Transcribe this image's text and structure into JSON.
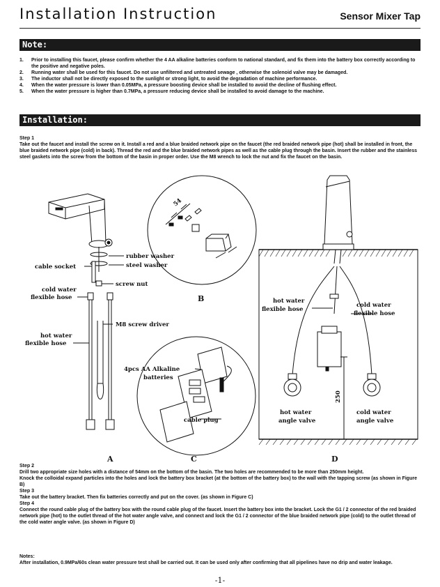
{
  "header": {
    "title": "Installation Instruction",
    "product": "Sensor Mixer Tap"
  },
  "note_section": {
    "heading": "Note:",
    "items": [
      {
        "num": "1.",
        "text": "Prior to installing this faucet, please confirm whether the 4 AA alkaline batteries conform to national standard, and fix them into the battery box correctly according to the positive and negative poles."
      },
      {
        "num": "2.",
        "text": "Running water shall be used for this faucet. Do not use unfiltered and untreated sewage , otherwise the solenoid valve may be damaged."
      },
      {
        "num": "3.",
        "text": "The inductor shall not be directly exposed to the sunlight or strong light, to avoid the degradation of machine performance."
      },
      {
        "num": "4.",
        "text": "When the water pressure is lower than 0.05MPa, a pressure boosting device shall be installed to avoid the decline of flushing effect."
      },
      {
        "num": "5.",
        "text": "When the water pressure is higher than 0.7MPa, a pressure reducing device shall be installed to avoid damage to the machine."
      }
    ]
  },
  "installation_section": {
    "heading": "Installation:",
    "step1": {
      "title": "Step 1",
      "text": "Take out the faucet and install the screw on it. Install a red and a blue braided network pipe on the faucet (the red braided network pipe (hot) shall be installed in front, the blue braided network pipe (cold) in back). Thread the red and the blue braided network pipes as well as the cable plug through the basin. Insert the rubber and the stainless steel gaskets into the screw from the bottom of the basin in proper order. Use the M8 wrench to lock the nut and fix the faucet on the basin."
    },
    "step2": {
      "title": "Step 2",
      "text1": "Drill two appropriate size holes with a distance of 54mm on the bottom of the basin. The two holes are recommended to be more than 250mm height.",
      "text2": "Knock the colloidal expand particles into the holes and lock the battery box bracket (at the bottom of the battery box) to the wall with the tapping screw  (as shown in Figure B)"
    },
    "step3": {
      "title": "Step 3",
      "text": "Take out the battery bracket. Then fix batteries correctly and put on the cover. (as shown in Figure C)"
    },
    "step4": {
      "title": "Step 4",
      "text": "Connect the round cable plug of the battery box with the round cable plug of the faucet. Insert the battery box into the bracket. Lock the G1 / 2 connector of the red braided network pipe (hot) to the outlet thread of the hot water angle valve, and connect and lock the G1 / 2 connector of the blue braided network pipe (cold) to the outlet thread of the cold water angle valve. (as shown in Figure D)"
    },
    "notes_title": "Notes:",
    "notes_text": "After installation, 0.9MPa/60s clean water pressure test shall be carried out. It can be used only after confirming that all pipelines have no drip and water leakage."
  },
  "figures": {
    "a": {
      "caption": "A",
      "labels": {
        "rubber_washer": "rubber washer",
        "cable_socket": "cable socket",
        "steel_washer": "steel washer",
        "cold_line1": "cold water",
        "cold_line2": "flexible hose",
        "screw_nut": "screw nut",
        "m8": "M8 screw driver",
        "hot_line1": "hot water",
        "hot_line2": "flexible hose"
      }
    },
    "b": {
      "caption": "B",
      "dimension": "54"
    },
    "c": {
      "caption": "C",
      "batt_line1": "4pcs AA Alkaline",
      "batt_line2": "batteries",
      "cable_plug": "cable plug"
    },
    "d": {
      "caption": "D",
      "hot_hose1": "hot water",
      "hot_hose2": "flexible hose",
      "cold_hose1": "cold water",
      "cold_hose2": "flexible hose",
      "hot_valve1": "hot water",
      "hot_valve2": "angle valve",
      "cold_valve1": "cold water",
      "cold_valve2": "angle valve",
      "height": "250"
    }
  },
  "footer": {
    "page": "-1-"
  }
}
